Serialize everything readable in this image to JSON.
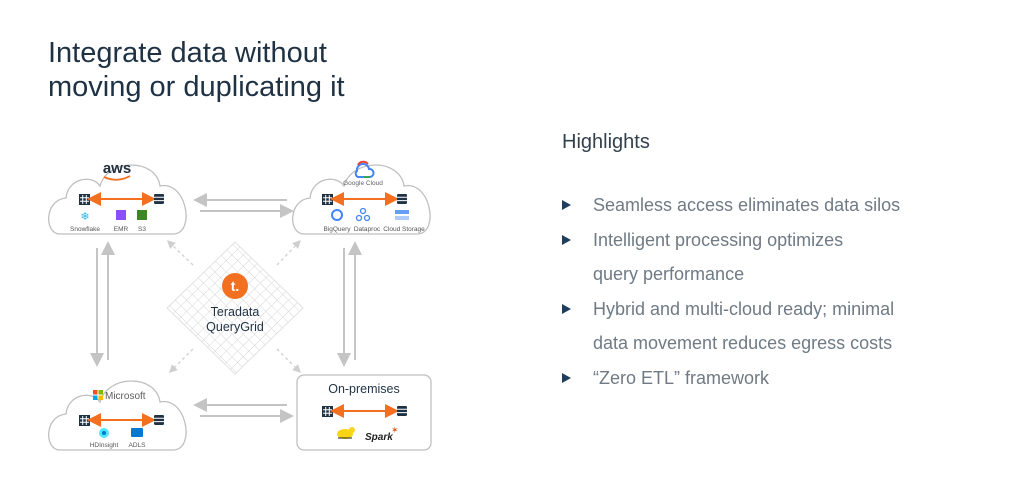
{
  "title": {
    "line1": "Integrate data without",
    "line2": "moving or duplicating it"
  },
  "highlights": {
    "heading": "Highlights",
    "items": [
      {
        "lines": [
          "Seamless access eliminates data silos"
        ]
      },
      {
        "lines": [
          "Intelligent processing optimizes",
          "query performance"
        ]
      },
      {
        "lines": [
          "Hybrid and multi-cloud ready; minimal",
          "data movement reduces egress costs"
        ]
      },
      {
        "lines": [
          "“Zero ETL” framework"
        ]
      }
    ]
  },
  "diagram": {
    "hub": {
      "name_line1": "Teradata",
      "name_line2": "QueryGrid",
      "logo_letter": "t."
    },
    "aws": {
      "logo": "aws",
      "services": [
        "Snowflake",
        "EMR",
        "S3"
      ]
    },
    "gcp": {
      "logo": "Google Cloud",
      "services": [
        "BigQuery",
        "Dataproc",
        "Cloud Storage"
      ]
    },
    "azure": {
      "logo": "Microsoft",
      "services": [
        "HDInsight",
        "ADLS"
      ]
    },
    "onprem": {
      "title": "On-premises",
      "services": [
        "Hadoop",
        "Spark"
      ]
    },
    "colors": {
      "accent_orange": "#f37021",
      "arrow_gray": "#c4c4c4",
      "text_dark": "#1f3244"
    }
  }
}
